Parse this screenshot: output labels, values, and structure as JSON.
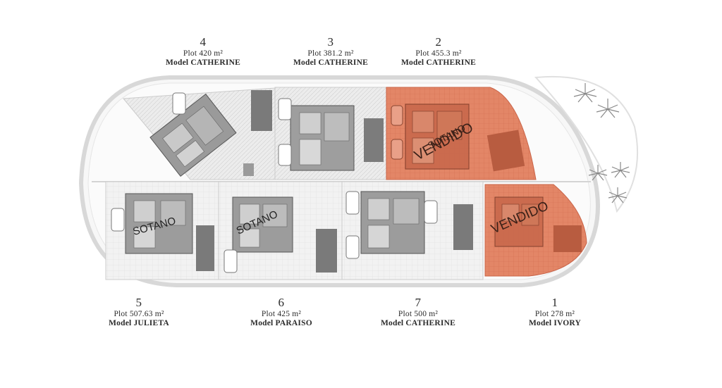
{
  "plots": [
    {
      "number": "4",
      "area": "Plot 420 m²",
      "model": "Model CATHERINE",
      "status": ""
    },
    {
      "number": "3",
      "area": "Plot 381.2 m²",
      "model": "Model CATHERINE",
      "status": ""
    },
    {
      "number": "2",
      "area": "Plot 455.3 m²",
      "model": "Model CATHERINE",
      "status": "sold"
    },
    {
      "number": "5",
      "area": "Plot 507.63 m²",
      "model": "Model JULIETA",
      "status": ""
    },
    {
      "number": "6",
      "area": "Plot 425 m²",
      "model": "Model PARAISO",
      "status": ""
    },
    {
      "number": "7",
      "area": "Plot 500 m²",
      "model": "Model CATHERINE",
      "status": ""
    },
    {
      "number": "1",
      "area": "Plot 278 m²",
      "model": "Model IVORY",
      "status": "sold"
    }
  ],
  "stamps": {
    "sotano": "SOTANO",
    "vendido": "VENDIDO"
  },
  "colors": {
    "sold": "#e07b5c",
    "building": "#8a8a8a",
    "pool": "#7d7d7d",
    "outline": "#cfcfcf"
  }
}
